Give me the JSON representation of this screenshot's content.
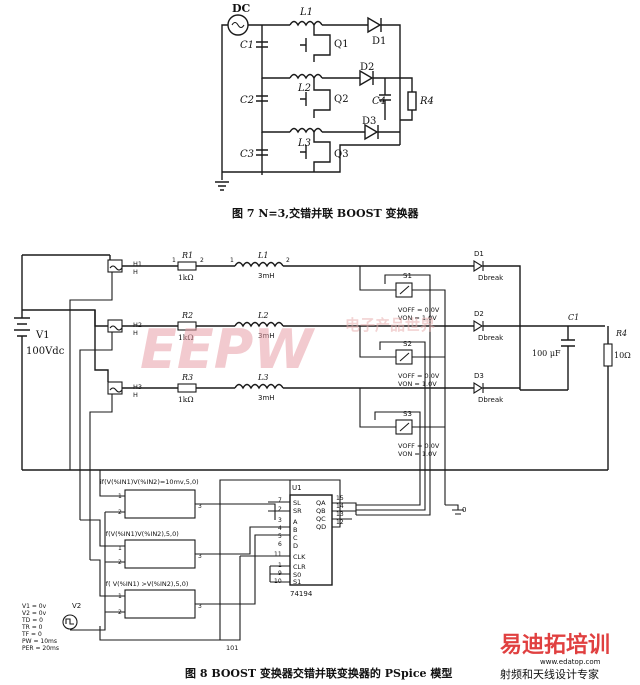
{
  "fig7": {
    "caption": "图 7   N=3,交错并联 BOOST 变换器",
    "source": "DC",
    "inductors": [
      "L1",
      "L2",
      "L3"
    ],
    "capacitors": [
      "C1",
      "C2",
      "C3"
    ],
    "switches": [
      "Q1",
      "Q2",
      "Q3"
    ],
    "diodes": [
      "D1",
      "D2",
      "D3"
    ],
    "out_cap": "C4",
    "load": "R4"
  },
  "fig8": {
    "caption": "图 8   BOOST 变换器交错并联变换器的 PSpice 模型",
    "v1": {
      "name": "V1",
      "value": "100Vdc"
    },
    "sensors": [
      {
        "name": "H1",
        "sub": "H"
      },
      {
        "name": "H2",
        "sub": "H"
      },
      {
        "name": "H3",
        "sub": "H"
      }
    ],
    "resistors": [
      {
        "name": "R1",
        "value": "1kΩ"
      },
      {
        "name": "R2",
        "value": "1kΩ"
      },
      {
        "name": "R3",
        "value": "1kΩ"
      }
    ],
    "inductors": [
      {
        "name": "L1",
        "value": "3mH"
      },
      {
        "name": "L2",
        "value": "3mH"
      },
      {
        "name": "L3",
        "value": "3mH"
      }
    ],
    "diodes": [
      {
        "name": "D1",
        "model": "Dbreak"
      },
      {
        "name": "D2",
        "model": "Dbreak"
      },
      {
        "name": "D3",
        "model": "Dbreak"
      }
    ],
    "switches": [
      {
        "name": "S1",
        "voff": "VOFF = 0.0V",
        "von": "VON = 1.0V"
      },
      {
        "name": "S2",
        "voff": "VOFF = 0.0V",
        "von": "VON = 1.0V"
      },
      {
        "name": "S3",
        "voff": "VOFF = 0.0V",
        "von": "VON = 1.0V"
      }
    ],
    "c1": {
      "name": "C1",
      "value": "100 μF"
    },
    "r4": {
      "name": "R4",
      "value": "10Ω"
    },
    "abm": [
      "if(V(%IN1)V(%IN2)=10mv,5,0)",
      "if(V(%IN1)V(%IN2),5,0)",
      "if( V(%IN1) >V(%IN2),5,0)"
    ],
    "u1": {
      "name": "U1",
      "part": "74194",
      "pins_left": [
        "SL",
        "SR",
        "A",
        "B",
        "C",
        "D",
        "CLK",
        "CLR",
        "S0",
        "S1"
      ],
      "pins_right": [
        "QA",
        "QB",
        "QC",
        "QD"
      ],
      "pin_numbers": [
        "7",
        "2",
        "3",
        "4",
        "5",
        "6",
        "11",
        "1",
        "9",
        "10",
        "15",
        "14",
        "13",
        "12"
      ]
    },
    "v2": {
      "name": "V2",
      "params": [
        "V1 = 0v",
        "V2 = 0v",
        "TD = 0",
        "TR = 0",
        "TF = 0",
        "PW = 10ms",
        "PER = 20ms"
      ]
    },
    "node": "101",
    "gnd": "0"
  },
  "watermark": {
    "eepw": "EEPW",
    "cn": "电子产品世界",
    "logo_cn": "易迪拓培训",
    "logo_sub": "射频和天线设计专家",
    "logo_en": "www.edatop.com"
  }
}
